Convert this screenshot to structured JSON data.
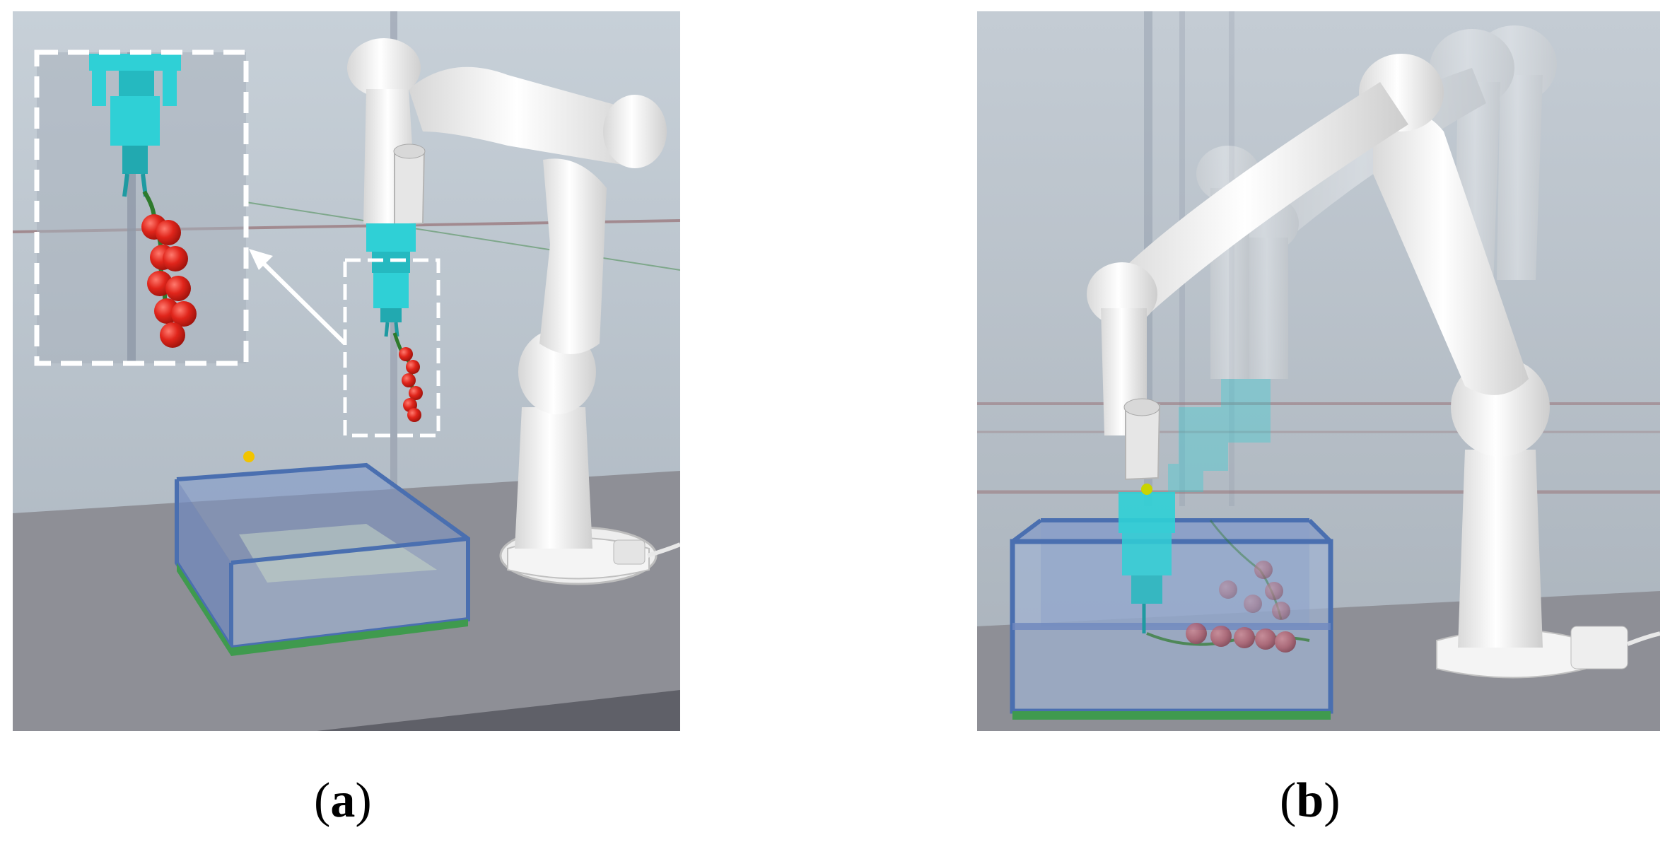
{
  "figure": {
    "panels": [
      {
        "label_open": "(",
        "label_letter": "a",
        "label_close": ")",
        "content": "robot-arm-holding-tomato-truss-with-zoom-inset"
      },
      {
        "label_open": "(",
        "label_letter": "b",
        "label_close": ")",
        "content": "robot-arm-placing-tomato-truss-into-crate-motion-overlay"
      }
    ]
  },
  "colors": {
    "background_top": "#c4cdd6",
    "background_bottom": "#adb7c1",
    "table_top": "#8e8f96",
    "table_front": "#5f6068",
    "crate_blue": "#4a6fb0",
    "crate_glass": "#aebfd6",
    "crate_green_edge": "#3f9a4e",
    "gripper_cyan": "#2fd0d6",
    "tomato_red": "#e0251b",
    "stem_green": "#2e7a2c",
    "robot_white": "#f2f2f2",
    "robot_shadow": "#c9c9c9",
    "target_yellow": "#f2c400",
    "inset_border": "#ffffff"
  }
}
